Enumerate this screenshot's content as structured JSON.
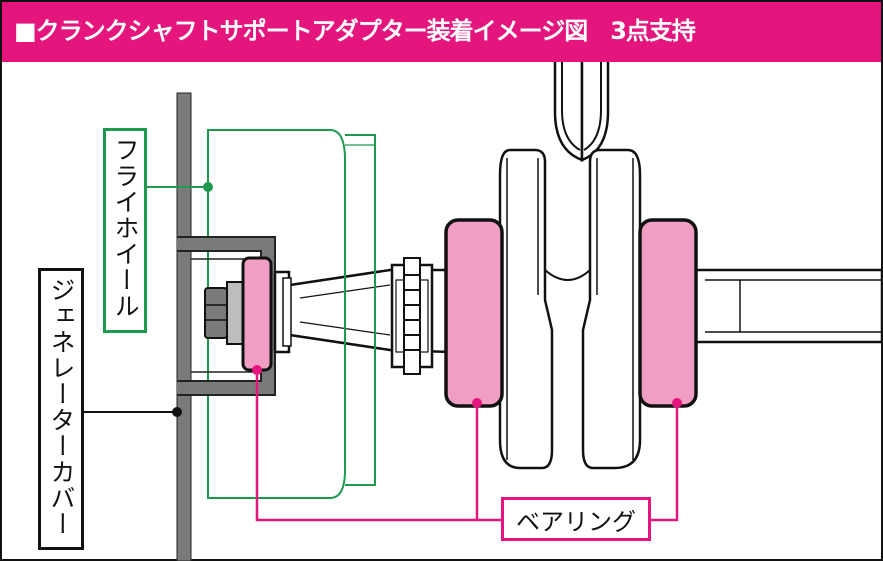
{
  "header": {
    "title": "■クランクシャフトサポートアダプター装着イメージ図　3点支持"
  },
  "labels": {
    "flywheel": "フライホイール",
    "generator_cover": "ジェネレーターカバー",
    "bearing": "ベアリング"
  },
  "colors": {
    "accent_magenta": "#e5157e",
    "flywheel_green": "#1d9a4f",
    "bearing_pink": "#f09ec4",
    "cover_gray": "#7a7a7a"
  }
}
